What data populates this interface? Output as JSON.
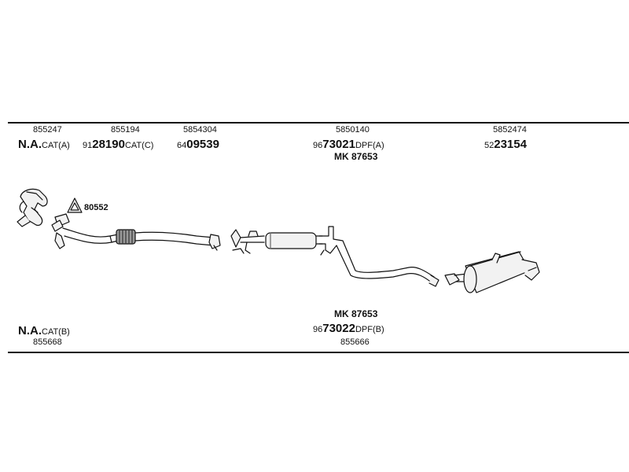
{
  "top_labels": [
    {
      "small": "855247",
      "prefix": "",
      "big": "N.A.",
      "suffix": "CAT(A)"
    },
    {
      "small": "855194",
      "prefix": "91",
      "big": "28190",
      "suffix": "CAT(C)"
    },
    {
      "small": "5854304",
      "prefix": "64",
      "big": "09539",
      "suffix": ""
    },
    {
      "small": "5850140",
      "prefix": "96",
      "big": "73021",
      "suffix": "DPF(A)",
      "extra": "MK 87653"
    },
    {
      "small": "5852474",
      "prefix": "52",
      "big": "23154",
      "suffix": ""
    }
  ],
  "clamp_label": "80552",
  "bottom_left": {
    "big": "N.A.",
    "suffix": "CAT(B)",
    "small": "855668"
  },
  "bottom_center": {
    "mk": "MK 87653",
    "prefix": "96",
    "big": "73022",
    "suffix": "DPF(B)",
    "small": "855666"
  },
  "colors": {
    "line": "#111111",
    "part_fill": "#f2f2f2",
    "shade": "#9a9a9a"
  }
}
